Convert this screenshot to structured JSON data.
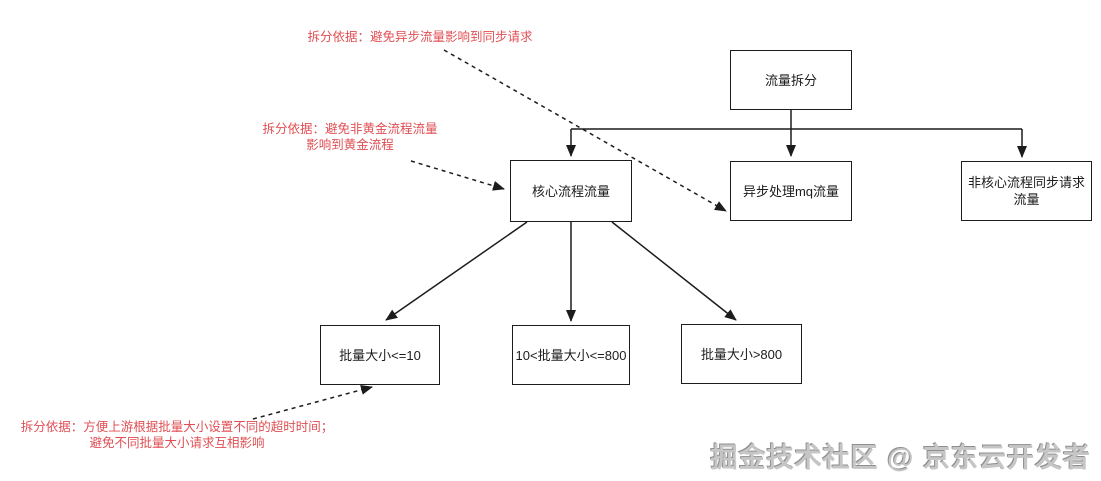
{
  "diagram": {
    "nodes": {
      "traffic_split": {
        "label": "流量拆分"
      },
      "core_flow": {
        "label": "核心流程流量"
      },
      "async_mq": {
        "label": "异步处理mq流量"
      },
      "non_core_sync": {
        "line1": "非核心流程同步请求",
        "line2": "流量"
      },
      "batch_small": {
        "label": "批量大小<=10"
      },
      "batch_medium": {
        "label": "10<批量大小<=800"
      },
      "batch_large": {
        "label": "批量大小>800"
      }
    },
    "annotations": {
      "color": "#e04f54",
      "async_note": {
        "line1": "拆分依据：避免异步流量影响到同步请求"
      },
      "golden_note": {
        "line1": "拆分依据：避免非黄金流程流量",
        "line2": "影响到黄金流程"
      },
      "batch_note": {
        "line1": "拆分依据：方便上游根据批量大小设置不同的超时时间；",
        "line2": "避免不同批量大小请求互相影响"
      }
    },
    "watermark": {
      "text": "掘金技术社区 @ 京东云开发者"
    },
    "line_color": "#1c1c1c"
  }
}
